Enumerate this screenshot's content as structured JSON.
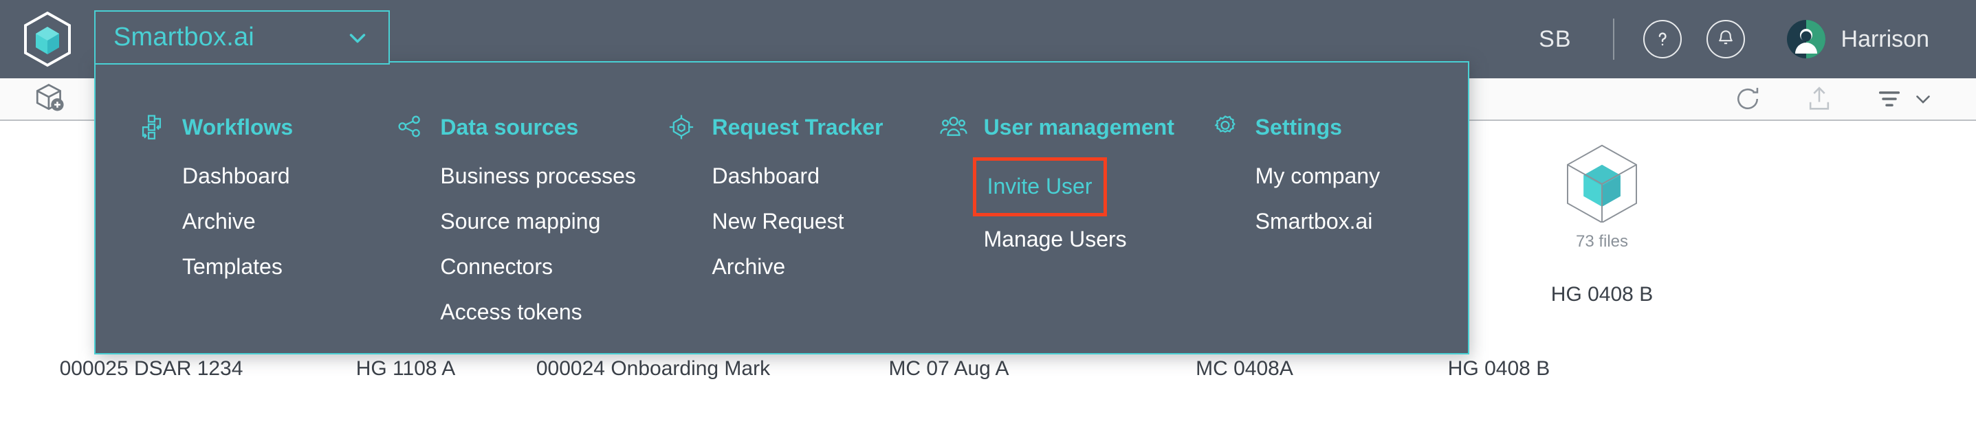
{
  "header": {
    "logo_icon": "hexagon-cube-logo",
    "org_selector": {
      "value": "Smartbox.ai",
      "caret_icon": "chevron-down-icon"
    },
    "initials": "SB",
    "help_icon": "question-mark-circle-icon",
    "notifications_icon": "bell-circle-icon",
    "avatar_icon": "user-avatar",
    "user_name": "Harrison",
    "bg_color": "#555f6d",
    "accent_color": "#49d0d4"
  },
  "toolbar": {
    "add_box_icon": "add-box-icon",
    "refresh_icon": "refresh-icon",
    "upload_icon": "upload-icon",
    "filter_icon": "filter-icon",
    "filter_caret_icon": "chevron-down-icon"
  },
  "mega_menu": {
    "highlight_color": "#f5401f",
    "columns": [
      {
        "icon": "workflow-icon",
        "title": "Workflows",
        "items": [
          {
            "label": "Dashboard",
            "highlighted": false
          },
          {
            "label": "Archive",
            "highlighted": false
          },
          {
            "label": "Templates",
            "highlighted": false
          }
        ]
      },
      {
        "icon": "share-nodes-icon",
        "title": "Data sources",
        "items": [
          {
            "label": "Business processes",
            "highlighted": false
          },
          {
            "label": "Source mapping",
            "highlighted": false
          },
          {
            "label": "Connectors",
            "highlighted": false
          },
          {
            "label": "Access tokens",
            "highlighted": false
          }
        ]
      },
      {
        "icon": "hexagon-target-icon",
        "title": "Request Tracker",
        "items": [
          {
            "label": "Dashboard",
            "highlighted": false
          },
          {
            "label": "New Request",
            "highlighted": false
          },
          {
            "label": "Archive",
            "highlighted": false
          }
        ]
      },
      {
        "icon": "users-group-icon",
        "title": "User management",
        "items": [
          {
            "label": "Invite User",
            "highlighted": true
          },
          {
            "label": "Manage Users",
            "highlighted": false
          }
        ]
      },
      {
        "icon": "gear-icon",
        "title": "Settings",
        "items": [
          {
            "label": "My company",
            "highlighted": false
          },
          {
            "label": "Smartbox.ai",
            "highlighted": false
          }
        ]
      }
    ]
  },
  "content": {
    "cards": [
      {
        "name": "HG 0408 B",
        "files": "73 files",
        "icon": "cube-icon"
      }
    ],
    "row_labels": [
      "000025 DSAR 1234",
      "HG 1108 A",
      "000024 Onboarding Mark",
      "MC 07 Aug A",
      "MC 0408A",
      "HG 0408 B"
    ]
  }
}
